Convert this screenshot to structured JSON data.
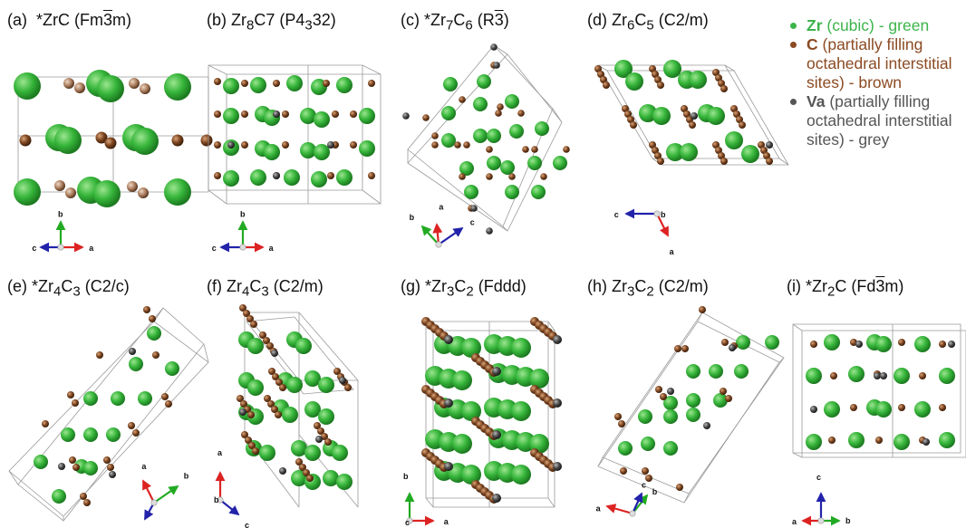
{
  "panels": [
    {
      "id": "a",
      "label": "(a)",
      "pre": "*ZrC (Fm",
      "ov": "3",
      "post": "m)",
      "x": "",
      "y": ""
    },
    {
      "id": "b",
      "label": "(b)",
      "pre": "Zr",
      "s1": "8",
      "mid": "C7 (P4",
      "s2": "3",
      "post": "32)"
    },
    {
      "id": "c",
      "label": "(c)",
      "pre": "*Zr",
      "s1": "7",
      "mid": "C",
      "s2": "6",
      "post2": " (R",
      "ov": "3",
      "post": ")"
    },
    {
      "id": "d",
      "label": "(d)",
      "pre": "Zr",
      "s1": "6",
      "mid": "C",
      "s2": "5",
      "post": " (C2/m)"
    },
    {
      "id": "e",
      "label": "(e)",
      "pre": "*Zr",
      "s1": "4",
      "mid": "C",
      "s2": "3",
      "post": " (C2/c)"
    },
    {
      "id": "f",
      "label": "(f)",
      "pre": "Zr",
      "s1": "4",
      "mid": "C",
      "s2": "3",
      "post": " (C2/m)"
    },
    {
      "id": "g",
      "label": "(g)",
      "pre": "*Zr",
      "s1": "3",
      "mid": "C",
      "s2": "2",
      "post": " (Fddd)"
    },
    {
      "id": "h",
      "label": "(h)",
      "pre": "Zr",
      "s1": "3",
      "mid": "C",
      "s2": "2",
      "post": " (C2/m)"
    },
    {
      "id": "i",
      "label": "(i)",
      "pre": "*Zr",
      "s1": "2",
      "mid": "C (Fd",
      "ov": "3",
      "post": "m)"
    }
  ],
  "axis_letters": {
    "a": "a",
    "b": "b",
    "c": "c"
  },
  "legend": [
    {
      "symbol": "Zr",
      "text": " (cubic) - green",
      "color": "#3cb44b"
    },
    {
      "symbol": "C",
      "text": " (partially filling octahedral interstitial sites) - brown",
      "color": "#8b4a22"
    },
    {
      "symbol": "Va",
      "text": " (partially filling octahedral interstitial sites) - grey",
      "color": "#555555"
    }
  ],
  "colors": {
    "zr": "#3cb44b",
    "c": "#7a4520",
    "va": "#4a4a4a",
    "axis_a": "#d22",
    "axis_b": "#2a2",
    "axis_c": "#22a"
  }
}
